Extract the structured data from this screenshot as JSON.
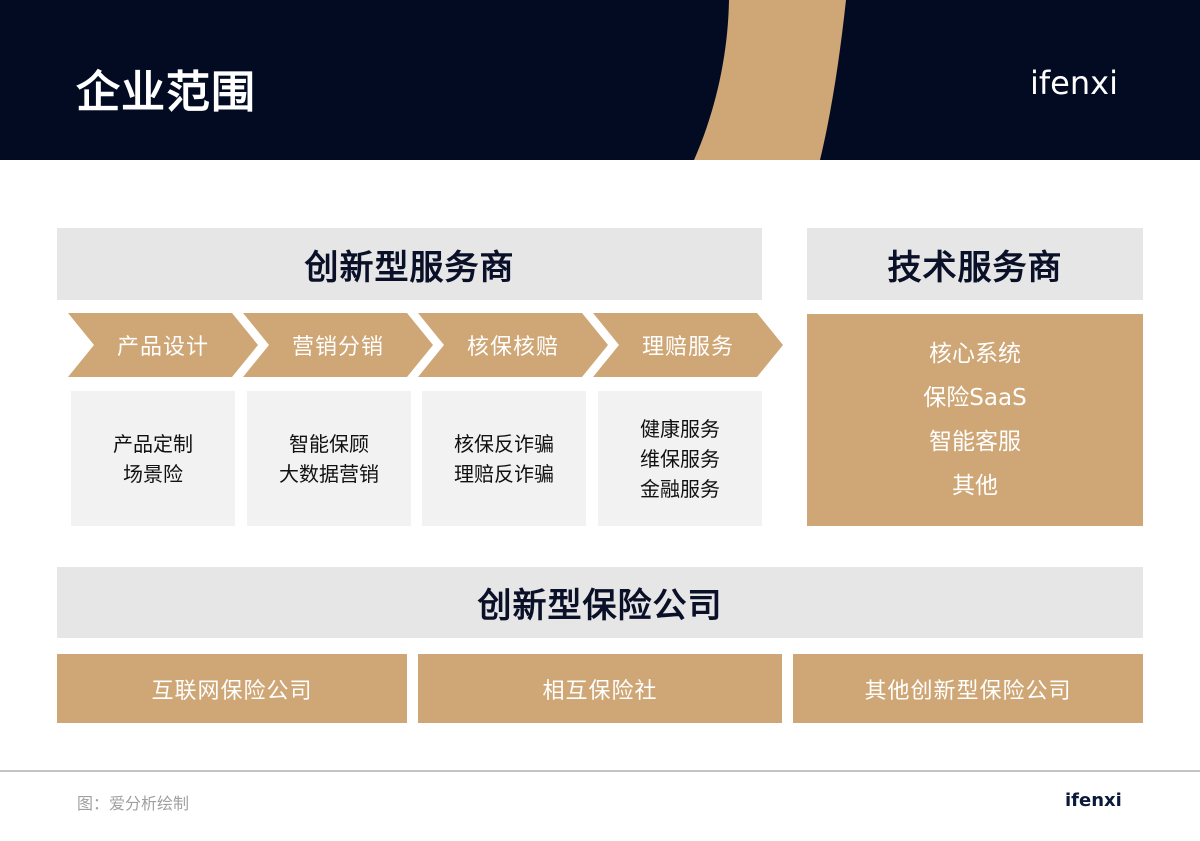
{
  "header": {
    "title": "企业范围",
    "logo": "ifenxi"
  },
  "colors": {
    "navy": "#020b22",
    "tan": "#cfa675",
    "light_gray": "#e6e6e6",
    "card_gray": "#f2f2f2"
  },
  "innovative_providers": {
    "title": "创新型服务商",
    "stages": [
      {
        "label": "产品设计",
        "items": [
          "产品定制",
          "场景险"
        ]
      },
      {
        "label": "营销分销",
        "items": [
          "智能保顾",
          "大数据营销"
        ]
      },
      {
        "label": "核保核赔",
        "items": [
          "核保反诈骗",
          "理赔反诈骗"
        ]
      },
      {
        "label": "理赔服务",
        "items": [
          "健康服务",
          "维保服务",
          "金融服务"
        ]
      }
    ]
  },
  "tech_providers": {
    "title": "技术服务商",
    "items": [
      "核心系统",
      "保险SaaS",
      "智能客服",
      "其他"
    ]
  },
  "innovative_insurers": {
    "title": "创新型保险公司",
    "items": [
      "互联网保险公司",
      "相互保险社",
      "其他创新型保险公司"
    ]
  },
  "footer": {
    "caption": "图：爱分析绘制",
    "logo": "ifenxi"
  }
}
